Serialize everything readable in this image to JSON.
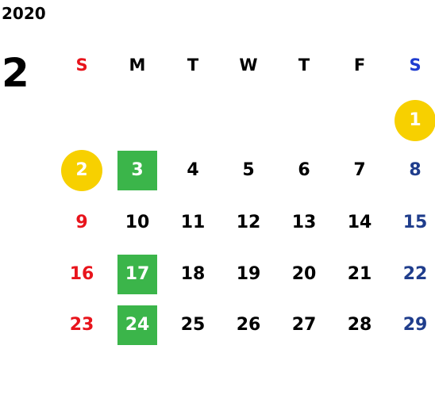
{
  "calendar": {
    "year": "2020",
    "month": "2",
    "weekdays": [
      "S",
      "M",
      "T",
      "W",
      "T",
      "F",
      "S"
    ],
    "weeks": [
      [
        "",
        "",
        "",
        "",
        "",
        "",
        "1"
      ],
      [
        "2",
        "3",
        "4",
        "5",
        "6",
        "7",
        "8"
      ],
      [
        "9",
        "10",
        "11",
        "12",
        "13",
        "14",
        "15"
      ],
      [
        "16",
        "17",
        "18",
        "19",
        "20",
        "21",
        "22"
      ],
      [
        "23",
        "24",
        "25",
        "26",
        "27",
        "28",
        "29"
      ]
    ],
    "highlighted_circle_days": [
      "1",
      "2"
    ],
    "highlighted_square_days": [
      "3",
      "17",
      "24"
    ]
  },
  "colors": {
    "sunday_header": "#e8141c",
    "saturday_header": "#1f3cd0",
    "sunday_day": "#e8141c",
    "saturday_day": "#1f3d8c",
    "weekday": "#000000",
    "circle_fill": "#f7d000",
    "square_fill": "#3bb54a",
    "highlight_text": "#ffffff"
  }
}
